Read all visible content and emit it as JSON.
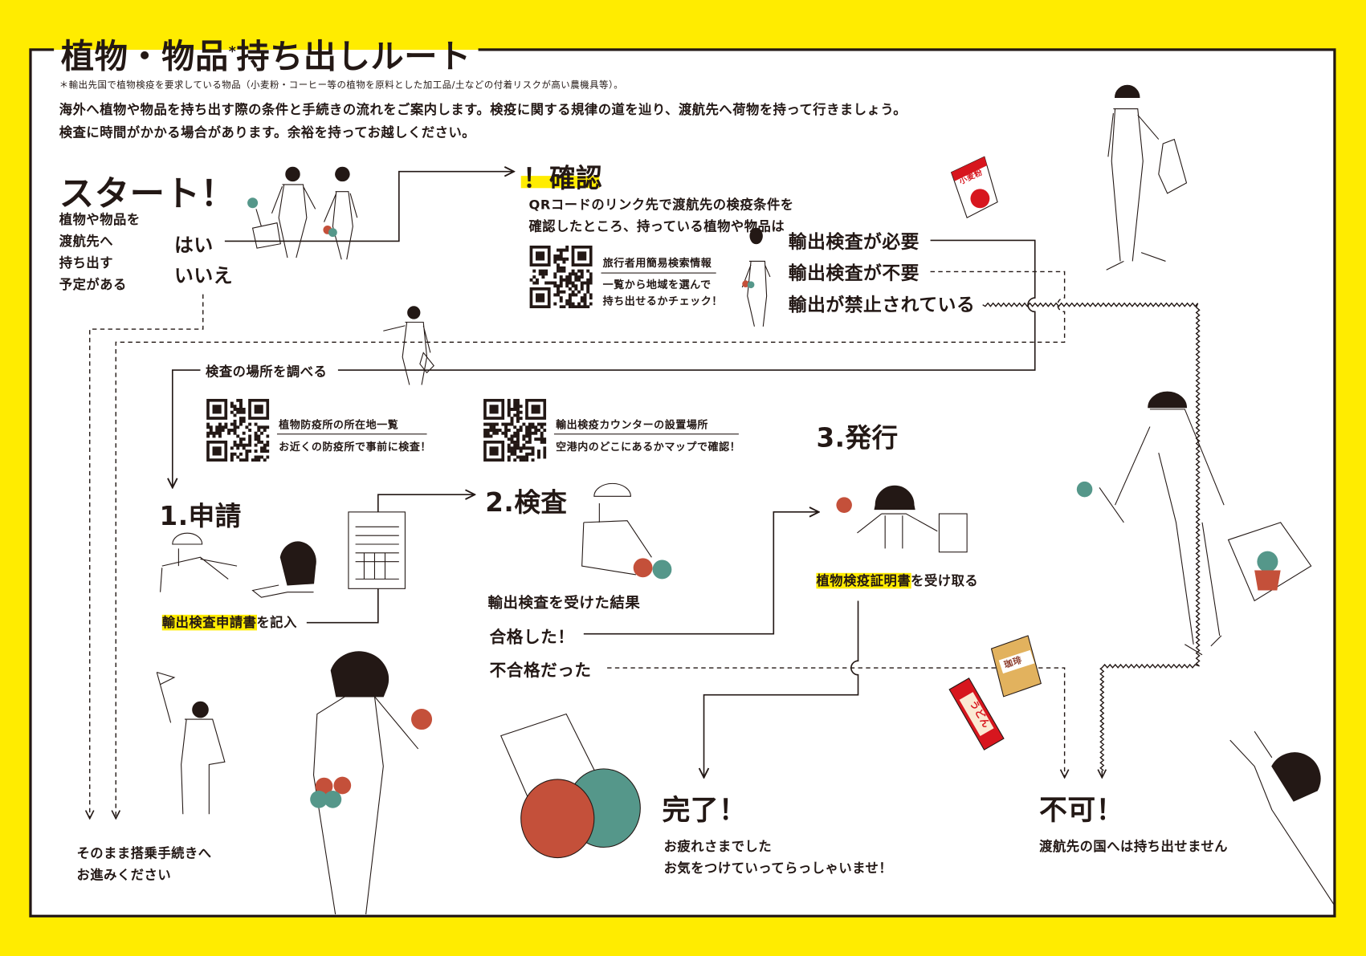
{
  "header": {
    "title": "植物・物品",
    "title_mark": "*",
    "title_rest": "持ち出しルート",
    "footnote": "＊輸出先国で植物検疫を要求している物品（小麦粉・コーヒー等の植物を原料とした加工品/土などの付着リスクが高い農機具等）。",
    "intro_line1": "海外へ植物や物品を持ち出す際の条件と手続きの流れをご案内します。検疫に関する規律の道を辿り、渡航先へ荷物を持って行きましょう。",
    "intro_line2": "検査に時間がかかる場合があります。余裕を持ってお越しください。"
  },
  "start": {
    "title": "スタート！",
    "question": [
      "植物や物品を",
      "渡航先へ",
      "持ち出す",
      "予定がある"
    ],
    "yes": "はい",
    "no": "いいえ"
  },
  "confirm": {
    "title": "！確認",
    "text_line1": "QRコードのリンク先で渡航先の検疫条件を",
    "text_line2": "確認したところ、持っている植物や物品は",
    "qr_title": "旅行者用簡易検索情報",
    "qr_desc1": "一覧から地域を選んで",
    "qr_desc2": "持ち出せるかチェック！",
    "options": [
      "輸出検査が必要",
      "輸出検査が不要",
      "輸出が禁止されている"
    ]
  },
  "locate": {
    "label": "検査の場所を調べる",
    "qr1_title": "植物防疫所の所在地一覧",
    "qr1_desc": "お近くの防疫所で事前に検査！",
    "qr2_title": "輸出検疫カウンターの設置場所",
    "qr2_desc": "空港内のどこにあるかマップで確認！"
  },
  "step1": {
    "title": "1.申請",
    "doc_highlight": "輸出検査申請書",
    "doc_rest": "を記入"
  },
  "step2": {
    "title": "2.検査",
    "result_label": "輸出検査を受けた結果",
    "pass": "合格した！",
    "fail": "不合格だった"
  },
  "step3": {
    "title": "3.発行",
    "cert_highlight": "植物検疫証明書",
    "cert_rest": "を受け取る"
  },
  "end_board": {
    "line1": "そのまま搭乗手続きへ",
    "line2": "お進みください"
  },
  "end_done": {
    "title": "完了！",
    "line1": "お疲れさまでした",
    "line2": "お気をつけていってらっしゃいませ！"
  },
  "end_denied": {
    "title": "不可！",
    "line1": "渡航先の国へは持ち出せません"
  },
  "packages": {
    "flour": "小麦粉",
    "coffee": "珈琲",
    "udon": "うどん"
  },
  "colors": {
    "background": "#FFEC00",
    "ink": "#231815",
    "apple_red": "#C4503A",
    "apple_green": "#55978A",
    "package_red": "#D7161E",
    "coffee_bag": "#E2B25E"
  }
}
